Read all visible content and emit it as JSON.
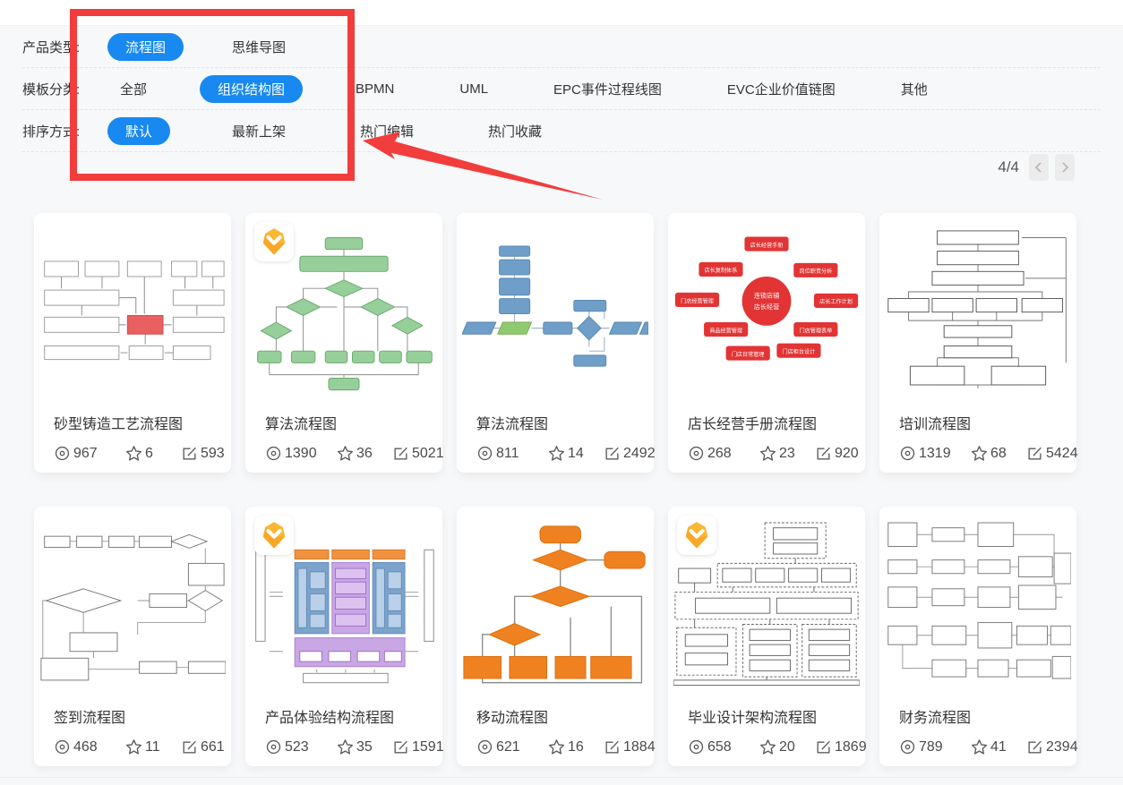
{
  "page": {
    "background": "#f7f8fa",
    "accent_blue": "#1789f1",
    "annotation_red": "#f23d3d"
  },
  "filters": {
    "rows": [
      {
        "label": "产品类型:",
        "options": [
          {
            "label": "流程图",
            "selected": true
          },
          {
            "label": "思维导图",
            "selected": false
          }
        ]
      },
      {
        "label": "模板分类:",
        "options": [
          {
            "label": "全部",
            "selected": false
          },
          {
            "label": "组织结构图",
            "selected": true
          },
          {
            "label": "BPMN",
            "selected": false
          },
          {
            "label": "UML",
            "selected": false
          },
          {
            "label": "EPC事件过程线图",
            "selected": false
          },
          {
            "label": "EVC企业价值链图",
            "selected": false
          },
          {
            "label": "其他",
            "selected": false
          }
        ]
      },
      {
        "label": "排序方式:",
        "options": [
          {
            "label": "默认",
            "selected": true
          },
          {
            "label": "最新上架",
            "selected": false
          },
          {
            "label": "热门编辑",
            "selected": false
          },
          {
            "label": "热门收藏",
            "selected": false
          }
        ]
      }
    ]
  },
  "pagination": {
    "label": "4/4",
    "prev_icon": "chevron-left-icon",
    "next_icon": "chevron-right-icon"
  },
  "icons": {
    "views": "eye-icon",
    "stars": "star-icon",
    "edits": "edit-icon",
    "vip": "vip-badge-icon"
  },
  "cards": [
    {
      "title": "砂型铸造工艺流程图",
      "views": "967",
      "stars": "6",
      "edits": "593",
      "vip": false,
      "thumb": "casting",
      "palette": [
        "#e8605f",
        "#999"
      ]
    },
    {
      "title": "算法流程图",
      "views": "1390",
      "stars": "36",
      "edits": "5021",
      "vip": true,
      "thumb": "algo-green",
      "palette": [
        "#97cf9a",
        "#69a86c"
      ]
    },
    {
      "title": "算法流程图",
      "views": "811",
      "stars": "14",
      "edits": "2492",
      "vip": false,
      "thumb": "algo-blue",
      "palette": [
        "#6f9fc8",
        "#8fca6f"
      ]
    },
    {
      "title": "店长经营手册流程图",
      "views": "268",
      "stars": "23",
      "edits": "920",
      "vip": false,
      "thumb": "store-red",
      "palette": [
        "#e23434"
      ]
    },
    {
      "title": "培训流程图",
      "views": "1319",
      "stars": "68",
      "edits": "5424",
      "vip": false,
      "thumb": "training",
      "palette": [
        "#555"
      ]
    },
    {
      "title": "签到流程图",
      "views": "468",
      "stars": "11",
      "edits": "661",
      "vip": false,
      "thumb": "signin",
      "palette": [
        "#777"
      ]
    },
    {
      "title": "产品体验结构流程图",
      "views": "523",
      "stars": "35",
      "edits": "1591",
      "vip": true,
      "thumb": "product",
      "palette": [
        "#f0923f",
        "#7ba3cc",
        "#c9a6e4"
      ]
    },
    {
      "title": "移动流程图",
      "views": "621",
      "stars": "16",
      "edits": "1884",
      "vip": false,
      "thumb": "mobile",
      "palette": [
        "#f08121"
      ]
    },
    {
      "title": "毕业设计架构流程图",
      "views": "658",
      "stars": "20",
      "edits": "1869",
      "vip": true,
      "thumb": "architecture",
      "palette": [
        "#666"
      ]
    },
    {
      "title": "财务流程图",
      "views": "789",
      "stars": "41",
      "edits": "2394",
      "vip": false,
      "thumb": "finance",
      "palette": [
        "#777"
      ]
    }
  ],
  "store_chart": {
    "center": [
      "连锁店铺",
      "店长经营"
    ],
    "nodes": [
      "店长经营手册",
      "店长复制体系",
      "岗位职责分析",
      "门店经营管理",
      "店长工作计划",
      "商品经营管理",
      "门店管理表单",
      "门店日常管理",
      "门店柜台设计"
    ]
  }
}
